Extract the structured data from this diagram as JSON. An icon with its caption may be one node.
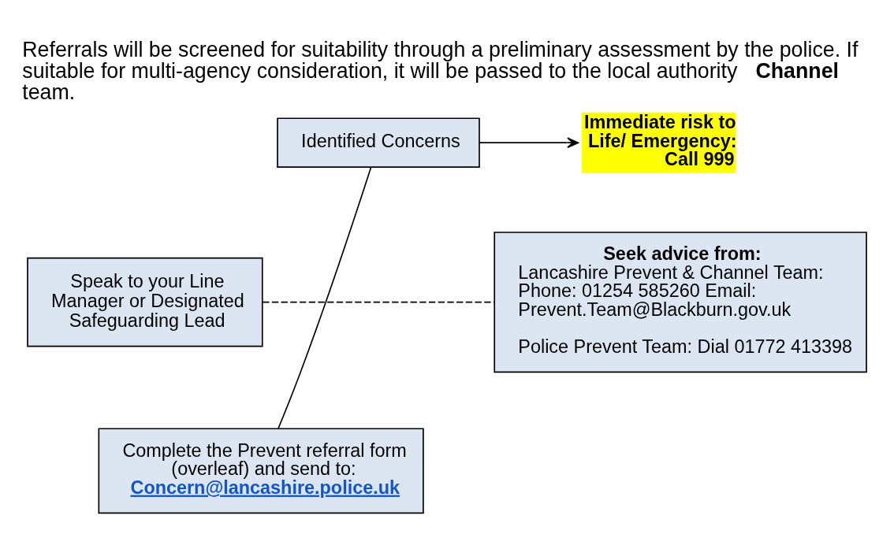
{
  "diagram": {
    "title": "Referrals will be screened for suitability through a preliminary assessment by the police. If suitable for multi-agency consideration, it will be passed to the local authority **Channel** team.",
    "nodes": [
      {
        "text": [
          "Identified Concerns"
        ]
      },
      {
        "text": [
          "Immediate risk to Life/ Emergency: Call 999"
        ]
      },
      {
        "text": [
          "Speak to your Line Manager or Designated Safeguarding Lead"
        ]
      },
      {
        "text": [
          "Seek advice from:",
          "Lancashire Prevent & Channel Team: Phone: 01254 585260 Email: Prevent.Team@Blackburn.gov.uk",
          "Police Prevent Team: Dial 01772 413398"
        ]
      },
      {
        "text": [
          "Complete the Prevent referral form (overleaf) and send to:",
          "Concern@lancashire.police.uk"
        ]
      }
    ],
    "edges": [
      {
        "from": 0,
        "to": 1,
        "arrow": "to"
      },
      {
        "from": 0,
        "to": 4,
        "arrow": "none"
      },
      {
        "from": 2,
        "to": 3,
        "arrow": "none",
        "style": "dashed"
      }
    ]
  }
}
